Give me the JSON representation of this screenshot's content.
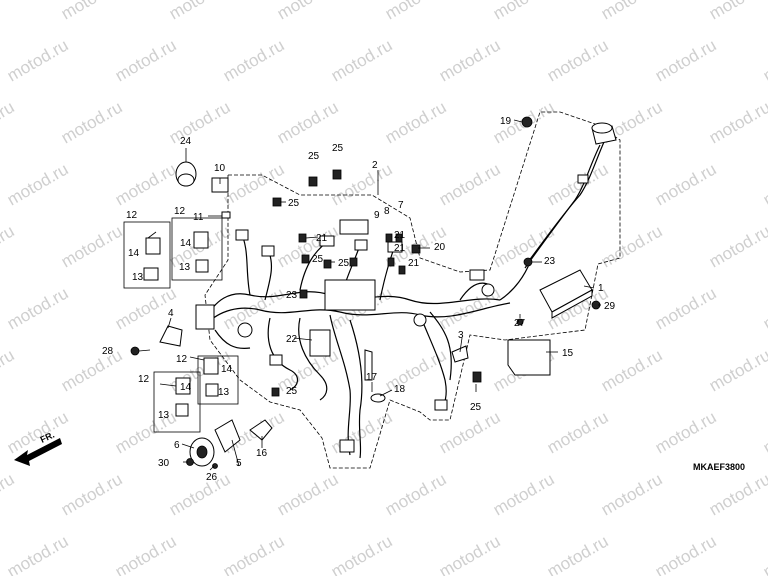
{
  "watermark": "motod.ru",
  "diagram_code": "MKAEF3800",
  "direction_label": "FR.",
  "callouts": [
    "1",
    "2",
    "3",
    "4",
    "5",
    "6",
    "7",
    "8",
    "9",
    "10",
    "11",
    "12",
    "13",
    "14",
    "15",
    "16",
    "17",
    "18",
    "19",
    "20",
    "21",
    "22",
    "23",
    "24",
    "25",
    "26",
    "27",
    "28",
    "29",
    "30"
  ]
}
